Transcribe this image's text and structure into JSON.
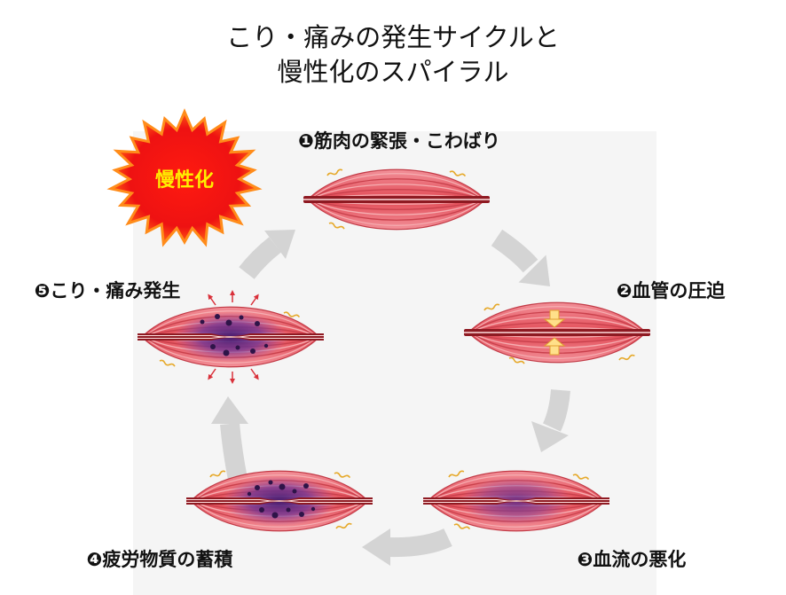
{
  "title": {
    "line1": "こり・痛みの発生サイクルと",
    "line2": "慢性化のスパイラル"
  },
  "badge": {
    "label": "慢性化"
  },
  "steps": [
    {
      "label": "❶筋肉の緊張・こわばり"
    },
    {
      "label": "❷血管の圧迫"
    },
    {
      "label": "❸血流の悪化"
    },
    {
      "label": "❹疲労物質の蓄積"
    },
    {
      "label": "❺こり・痛み発生"
    }
  ],
  "colors": {
    "badge_fill": "#e8101a",
    "badge_outline": "#ff8c1a",
    "badge_text": "#ffee00",
    "cycle_arrow": "#d4d4d4",
    "muscle": "#e24a55",
    "vessel": "#8e1a22",
    "fatigue": "#4a1f7a",
    "compression_arrow": "#ffe08a",
    "pain_arrow": "#d9303a"
  },
  "icons": {
    "cycle": "gray-curved-arrow-icon",
    "compression": "yellow-compression-arrow-icon",
    "pain": "red-radiating-arrow-icon",
    "badge": "starburst-icon"
  }
}
